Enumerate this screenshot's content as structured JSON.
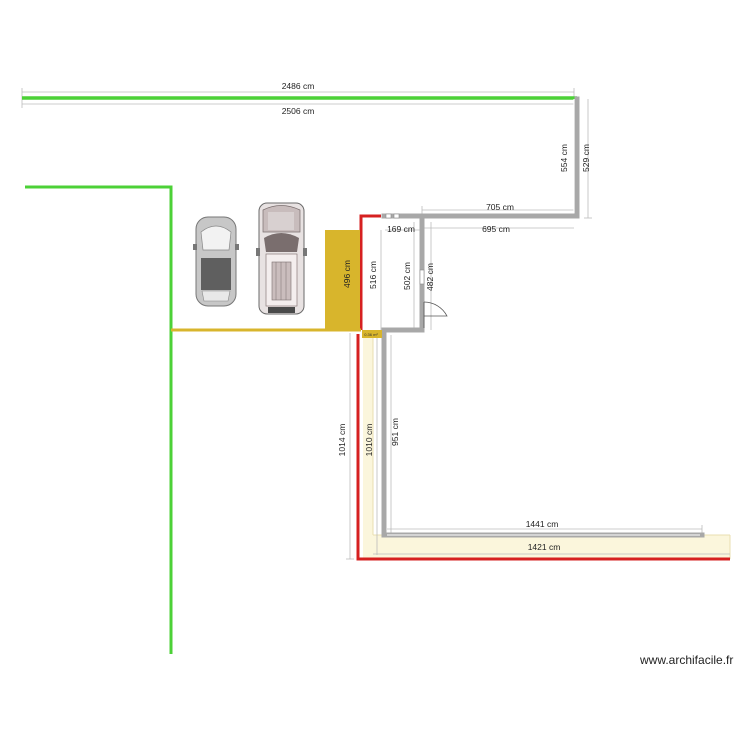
{
  "watermark": "www.archifacile.fr",
  "colors": {
    "boundary_green": "#4cd137",
    "boundary_red": "#d62020",
    "wall_gray": "#a8a8a8",
    "terrace_yellow": "#d8b52c",
    "path_fill": "#fbf6dc",
    "dim_line": "#bbbbbb"
  },
  "dimensions": {
    "top_outer": "2486 cm",
    "top_inner": "2506 cm",
    "right_554": "554 cm",
    "right_529": "529 cm",
    "d705": "705 cm",
    "d695": "695 cm",
    "d169": "169 cm",
    "d496": "496 cm",
    "d516": "516 cm",
    "d502": "502 cm",
    "d482": "482 cm",
    "d1014": "1014 cm",
    "d1010": "1010 cm",
    "d951": "951 cm",
    "d1441": "1441 cm",
    "d1421": "1421 cm",
    "small_area": "0.36 m²"
  },
  "icons": [
    "car-icon",
    "pickup-car-icon",
    "door-swing-icon"
  ]
}
